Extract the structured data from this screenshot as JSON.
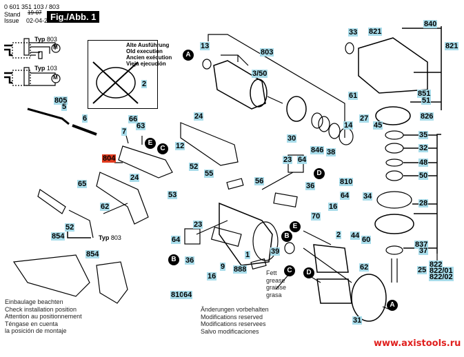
{
  "header": {
    "part_number": "0 601 351 103 / 803",
    "stand_label": "Stand",
    "issue_label": "Issue",
    "old_date": "19-07",
    "date": "02-04-25",
    "figure_label": "Fig./Abb. 1"
  },
  "wiring": {
    "typ803_label": "Typ",
    "typ803_value": "803",
    "typ103_label": "Typ",
    "typ103_value": "103",
    "motor_symbol": "M"
  },
  "old_execution": {
    "lines": [
      "Alte Ausführung",
      "Old execution",
      "Ancien exécution",
      "Vieja ejecución"
    ],
    "part": "2"
  },
  "callouts": {
    "A": "A",
    "B": "B",
    "C": "C",
    "D": "D",
    "E": "E"
  },
  "parts": {
    "p13": "13",
    "p803": "803",
    "p350": "3/50",
    "p33": "33",
    "p821a": "821",
    "p840": "840",
    "p821b": "821",
    "p61": "61",
    "p851": "851",
    "p51": "51",
    "p27": "27",
    "p45": "45",
    "p826": "826",
    "p14": "14",
    "p30": "30",
    "p846": "846",
    "p38": "38",
    "p35": "35",
    "p32": "32",
    "p48": "48",
    "p50": "50",
    "p34": "34",
    "p28": "28",
    "p44": "44",
    "p60": "60",
    "p837": "837",
    "p37": "37",
    "p822": "822",
    "p82201": "822/01",
    "p82202": "822/02",
    "p25": "25",
    "p62b": "62",
    "p2b": "2",
    "p31": "31",
    "p805": "805",
    "p5": "5",
    "p6": "6",
    "p66": "66",
    "p63": "63",
    "p7": "7",
    "p804": "804",
    "p24a": "24",
    "p12": "12",
    "p52a": "52",
    "p55": "55",
    "p53": "53",
    "p24b": "24",
    "p65": "65",
    "p62a": "62",
    "p52b": "52",
    "p854a": "854",
    "p854b": "854",
    "p23a": "23",
    "p64a": "64",
    "p56": "56",
    "p36a": "36",
    "p810a": "810",
    "p64b": "64",
    "p16a": "16",
    "p70": "70",
    "p23b": "23",
    "p64c": "64",
    "p36b": "36",
    "p16b": "16",
    "p810b": "810",
    "p64d": "64",
    "p1": "1",
    "p9": "9",
    "p888": "888",
    "p39": "39"
  },
  "typ_handle": {
    "label": "Typ",
    "value": "803"
  },
  "grease_note": [
    "Fett",
    "grease",
    "graisse",
    "grasa"
  ],
  "install_note": [
    "Einbaulage beachten",
    "Check installation position",
    "Attention au positionnement",
    "Téngase en cuenta",
    "la posición de montaje"
  ],
  "modifications_note": [
    "Änderungen vorbehalten",
    "Modifications reserved",
    "Modifications reservees",
    "Salvo modificaciones"
  ],
  "watermark": "www.axistools.ru",
  "colors": {
    "label_bg": "#a8dcea",
    "highlight_label": "#e03a1e",
    "watermark": "#e0201e"
  }
}
